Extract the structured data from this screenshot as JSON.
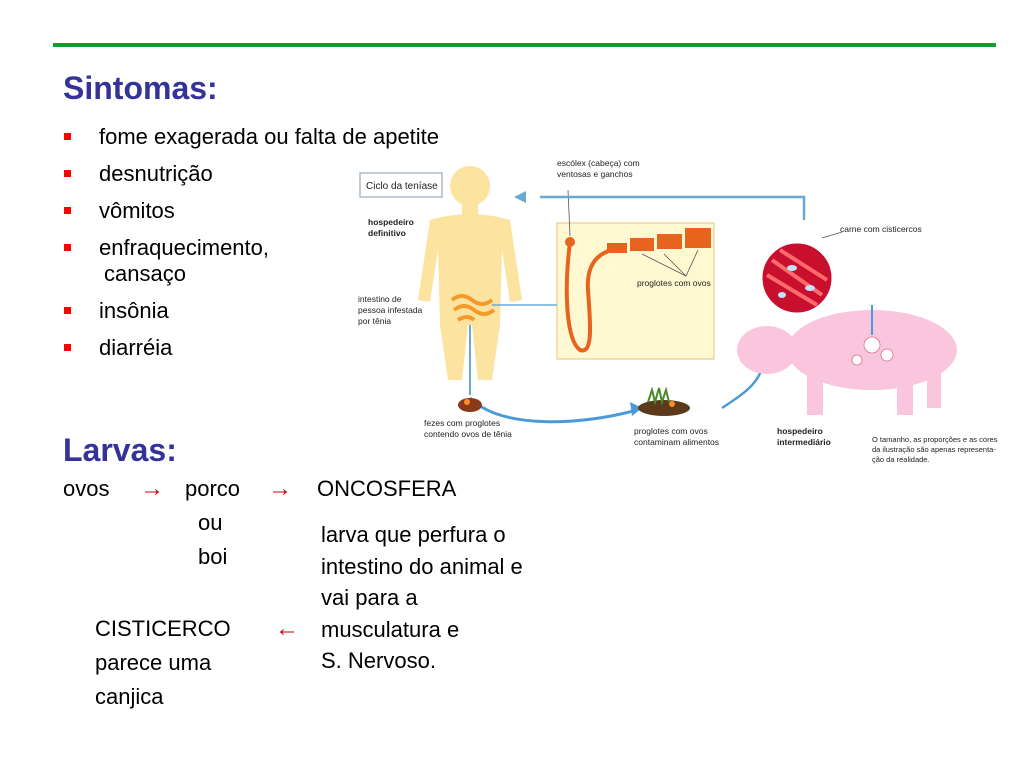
{
  "sintomas": {
    "title": "Sintomas:",
    "items": [
      {
        "line1": "fome exagerada ou falta de apetite",
        "line2": ""
      },
      {
        "line1": "desnutrição",
        "line2": ""
      },
      {
        "line1": "vômitos",
        "line2": ""
      },
      {
        "line1": "enfraquecimento,",
        "line2": "cansaço"
      },
      {
        "line1": "insônia",
        "line2": ""
      },
      {
        "line1": "diarréia",
        "line2": ""
      }
    ]
  },
  "larvas": {
    "title": "Larvas:",
    "ovos": "ovos",
    "porco": "porco",
    "ou": "ou",
    "boi": "boi",
    "oncosfera": "ONCOSFERA",
    "arrow_right": "→",
    "arrow_left": "←",
    "description": [
      "larva que perfura o",
      "intestino do animal e",
      "vai para a",
      "musculatura e",
      "S. Nervoso."
    ],
    "cisticerco": [
      "CISTICERCO",
      "parece uma",
      "canjica"
    ]
  },
  "diagram": {
    "title": "Ciclo da teníase",
    "labels": {
      "escolex": [
        "escólex (cabeça) com",
        "ventosas e ganchos"
      ],
      "hospedeiro_definitivo": [
        "hospedeiro",
        "definitivo"
      ],
      "carne": "carne com cisticercos",
      "proglotes": "proglotes com ovos",
      "intestino": [
        "intestino de",
        "pessoa infestada",
        "por tênia"
      ],
      "fezes": [
        "fezes com proglotes",
        "contendo ovos de tênia"
      ],
      "proglotes_alimentos": [
        "proglotes com ovos",
        "contaminam alimentos"
      ],
      "hospedeiro_intermediario": [
        "hospedeiro",
        "intermediário"
      ],
      "note": [
        "O tamanho, as proporções e as cores",
        "da ilustração são apenas representa-",
        "ção da realidade."
      ]
    }
  }
}
